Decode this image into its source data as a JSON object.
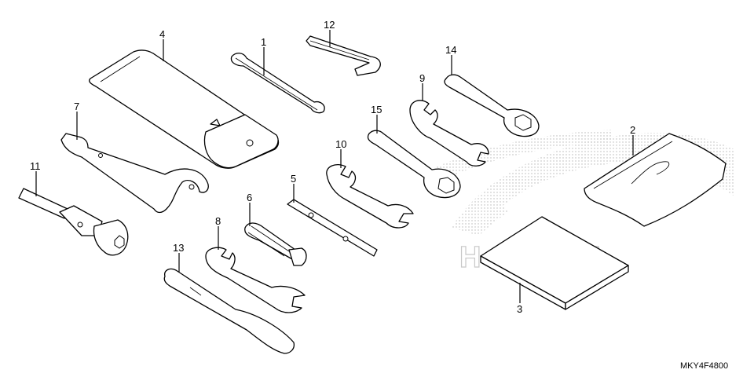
{
  "diagram": {
    "watermark": "HONDA",
    "callouts": {
      "c1": "1",
      "c2": "2",
      "c3": "3",
      "c4": "4",
      "c5": "5",
      "c6": "6",
      "c7": "7",
      "c8": "8",
      "c9": "9",
      "c10": "10",
      "c11": "11",
      "c12": "12",
      "c13": "13",
      "c14": "14",
      "c15": "15"
    },
    "diagram_code": "MKY4F4800"
  }
}
